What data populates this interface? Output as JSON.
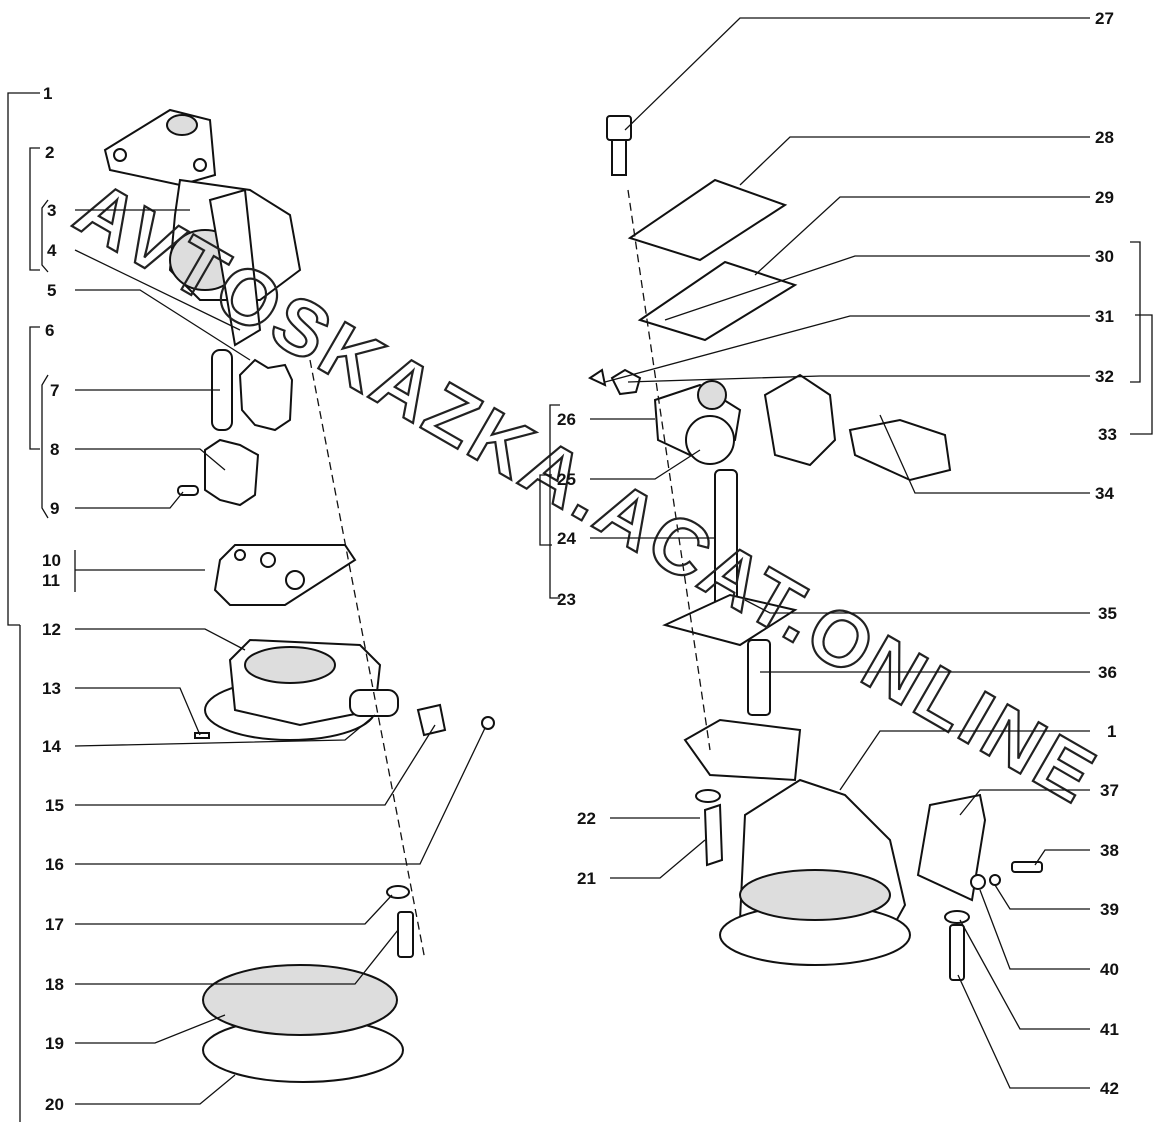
{
  "watermark": "AVTOSKAZKA.ACAT.ONLINE",
  "labels": {
    "l1": "1",
    "l2": "2",
    "l3": "3",
    "l4": "4",
    "l5": "5",
    "l6": "6",
    "l7": "7",
    "l8": "8",
    "l9": "9",
    "l10": "10",
    "l11": "11",
    "l12": "12",
    "l13": "13",
    "l14": "14",
    "l15": "15",
    "l16": "16",
    "l17": "17",
    "l18": "18",
    "l19": "19",
    "l20": "20",
    "l21": "21",
    "l22": "22",
    "l23": "23",
    "l24": "24",
    "l25": "25",
    "l26": "26",
    "l27": "27",
    "l28": "28",
    "l29": "29",
    "l30": "30",
    "l31": "31",
    "l32": "32",
    "l33": "33",
    "l34": "34",
    "l35": "35",
    "l36": "36",
    "l1b": "1",
    "l37": "37",
    "l38": "38",
    "l39": "39",
    "l40": "40",
    "l41": "41",
    "l42": "42"
  }
}
